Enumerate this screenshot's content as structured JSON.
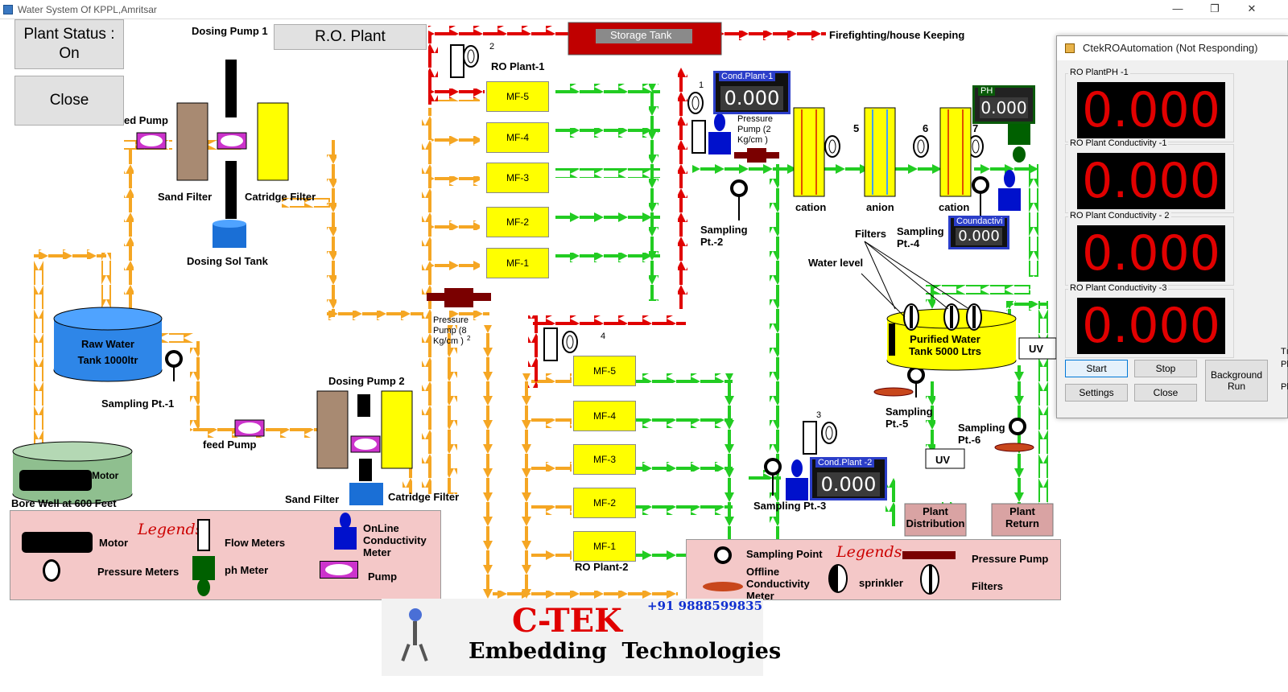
{
  "window": {
    "title": "Water System Of KPPL,Amritsar",
    "minimize": "—",
    "restore": "❐",
    "close": "✕"
  },
  "status": {
    "label": "Plant Status :",
    "value": "On",
    "close_button": "Close"
  },
  "header": {
    "ro_plant": "R.O. Plant",
    "storage_tank": "Storage Tank",
    "firefighting": "Firefighting/house Keeping"
  },
  "labels": {
    "dosing_pump_1": "Dosing Pump 1",
    "feed_pump_top": "ed Pump",
    "sand_filter_1": "Sand Filter",
    "cartridge_filter_1": "Catridge Filter",
    "dosing_sol_tank": "Dosing Sol Tank",
    "raw_water_tank": "Raw Water Tank 1000ltr",
    "sampling_pt_1": "Sampling Pt.-1",
    "feed_pump": "feed Pump",
    "dosing_pump_2": "Dosing Pump 2",
    "sand_filter_2": "Sand Filter",
    "cartridge_filter_2": "Catridge Filter",
    "motor": "Motor",
    "bore_well": "Bore Well at 600 Feet",
    "ro_plant_1": "RO Plant-1",
    "ro_plant_2": "RO Plant-2",
    "pressure_pump_8": "Pressure Pump (8 Kg/cm  )",
    "pressure_pump_2": "Pressure Pump (2 Kg/cm  )",
    "sampling_pt_2": "Sampling Pt.-2",
    "sampling_pt_3": "Sampling Pt.-3",
    "sampling_pt_4": "Sampling Pt.-4",
    "sampling_pt_5": "Sampling Pt.-5",
    "sampling_pt_6": "Sampling Pt.-6",
    "cation_1": "cation",
    "anion": "anion",
    "cation_2": "cation",
    "filters": "Filters",
    "water_level": "Water level",
    "purified_tank": "Purified Water Tank 5000 Ltrs",
    "uv_1": "UV",
    "uv_2": "UV",
    "plant_distribution": "Plant Distribution",
    "plant_return": "Plant Return",
    "num_1": "1",
    "num_2": "2",
    "num_3": "3",
    "num_4": "4",
    "num_5": "5",
    "num_6": "6",
    "num_7": "7",
    "superscript_2": "2"
  },
  "mf_plant1": [
    "MF-5",
    "MF-4",
    "MF-3",
    "MF-2",
    "MF-1"
  ],
  "mf_plant2": [
    "MF-5",
    "MF-4",
    "MF-3",
    "MF-2",
    "MF-1"
  ],
  "meters": {
    "cond_plant_1": {
      "title": "Cond.Plant-1",
      "value": "0.000"
    },
    "cond_plant_2": {
      "title": "Cond.Plant -2",
      "value": "0.000"
    },
    "ph": {
      "title": "PH",
      "value": "0.000"
    },
    "conductivity": {
      "title": "Coundactivi",
      "value": "0.000"
    }
  },
  "legend_left": {
    "title": "Legends",
    "motor": "Motor",
    "flow_meters": "Flow Meters",
    "online_meter": "OnLine Conductivity Meter",
    "pressure_meters": "Pressure Meters",
    "ph_meter": "ph Meter",
    "pump": "Pump"
  },
  "legend_right": {
    "title": "Legends",
    "sampling_point": "Sampling Point",
    "pressure_pump": "Pressure Pump",
    "offline_meter": "Offline Conductivity Meter",
    "sprinkler": "sprinkler",
    "filters": "Filters"
  },
  "brand": {
    "name": "C-TEK",
    "phone": "+91 9888599835",
    "tagline": "Embedding  Technologies"
  },
  "panel": {
    "title": "CtekROAutomation (Not Responding)",
    "readouts": [
      {
        "label": "RO PlantPH -1",
        "value": "0.000"
      },
      {
        "label": "RO Plant Conductivity -1",
        "value": "0.000"
      },
      {
        "label": "RO Plant Conductivity - 2",
        "value": "0.000"
      },
      {
        "label": "RO Plant Conductivity -3",
        "value": "0.000"
      }
    ],
    "start": "Start",
    "stop": "Stop",
    "settings": "Settings",
    "close": "Close",
    "background_run": "Background Run",
    "cut_text": [
      "Tı",
      "Pl",
      "Pl"
    ]
  },
  "colors": {
    "flow_orange": "#f5a623",
    "flow_green": "#22cc22",
    "flow_red": "#e00000",
    "tank_blue": "#2e86e8",
    "filter_yellow": "#ffff00",
    "meter_blue": "#2b3ec9",
    "legend_pink": "#f4c8c8",
    "readout_red": "#e10000"
  }
}
